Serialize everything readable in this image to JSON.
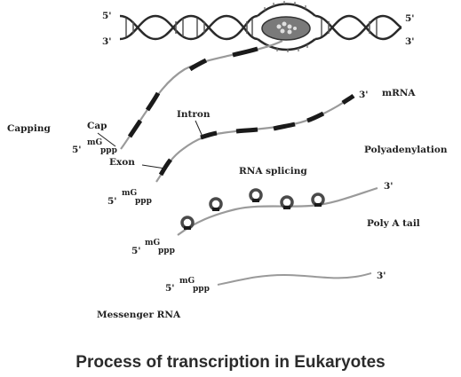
{
  "labels": {
    "dna_5_left": "5'",
    "dna_3_left": "3'",
    "dna_5_right": "5'",
    "dna_3_right": "3'",
    "mrna_3": "3'",
    "mrna": "mRNA",
    "capping": "Capping",
    "cap": "Cap",
    "intron": "Intron",
    "exon": "Exon",
    "polyadenylation": "Polyadenylation",
    "rna_splicing": "RNA splicing",
    "poly_a_tail": "Poly A tail",
    "splice_3": "3'",
    "final_3": "3'",
    "messenger_rna": "Messenger RNA",
    "five_prime": "5'",
    "mg": "mG",
    "ppp": "ppp"
  },
  "caption": "Process of transcription in Eukaryotes"
}
